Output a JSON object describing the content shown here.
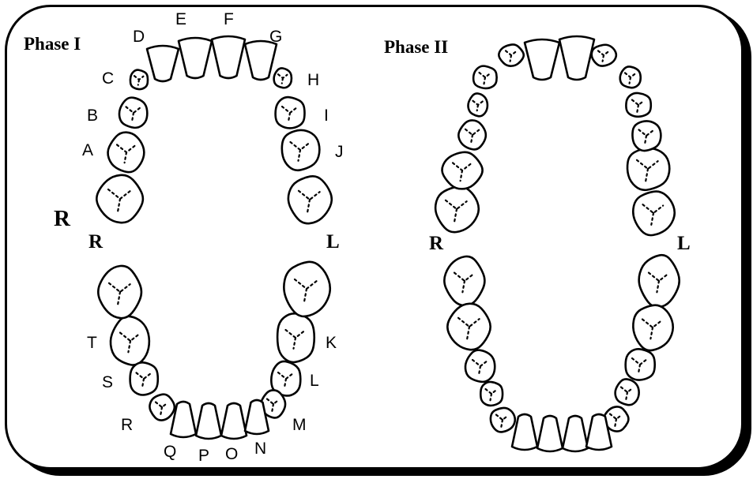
{
  "phase1": {
    "title": "Phase I",
    "side_right_extra": "R",
    "side_right": "R",
    "side_left": "L",
    "upper_letters": [
      "A",
      "B",
      "C",
      "D",
      "E",
      "F",
      "G",
      "H",
      "I",
      "J"
    ],
    "lower_letters": [
      "K",
      "L",
      "M",
      "N",
      "O",
      "P",
      "Q",
      "R",
      "S",
      "T"
    ]
  },
  "phase2": {
    "title": "Phase II",
    "side_right": "R",
    "side_left": "L"
  }
}
